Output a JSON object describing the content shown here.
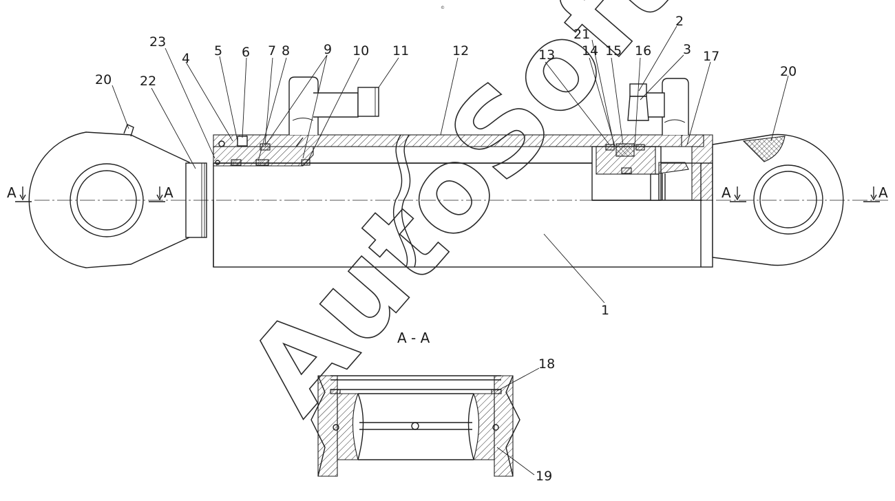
{
  "top_mark": "©",
  "watermark": "AutoSoft",
  "section_label": "A - A",
  "section_marks": {
    "left_outer": "A",
    "left_inner": "A",
    "right_outer": "A",
    "right_inner": "A"
  },
  "callouts": {
    "c1": "1",
    "c2": "2",
    "c3": "3",
    "c4": "4",
    "c5": "5",
    "c6": "6",
    "c7": "7",
    "c8": "8",
    "c9": "9",
    "c10": "10",
    "c11": "11",
    "c12": "12",
    "c13": "13",
    "c14": "14",
    "c15": "15",
    "c16": "16",
    "c17": "17",
    "c18": "18",
    "c19": "19",
    "c20a": "20",
    "c20b": "20",
    "c21": "21",
    "c22": "22",
    "c23": "23"
  }
}
